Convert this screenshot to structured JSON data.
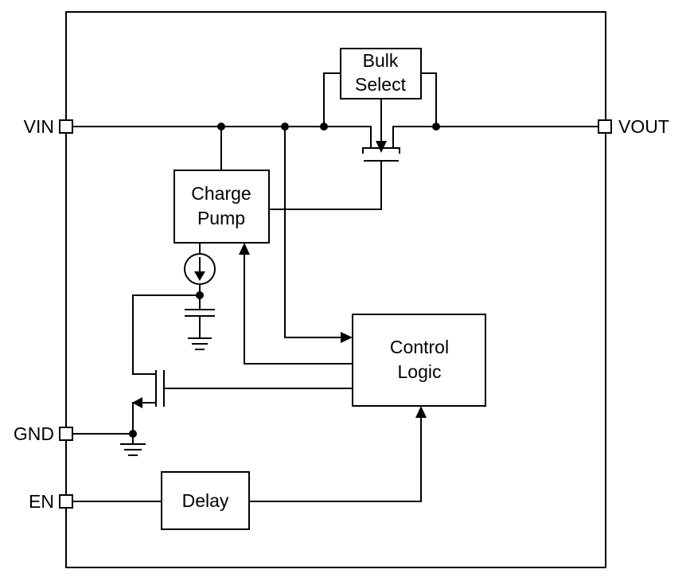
{
  "pins": {
    "vin": "VIN",
    "vout": "VOUT",
    "gnd": "GND",
    "en": "EN"
  },
  "blocks": {
    "bulk_select": [
      "Bulk",
      "Select"
    ],
    "charge_pump": [
      "Charge",
      "Pump"
    ],
    "control_logic": [
      "Control",
      "Logic"
    ],
    "delay": "Delay"
  }
}
